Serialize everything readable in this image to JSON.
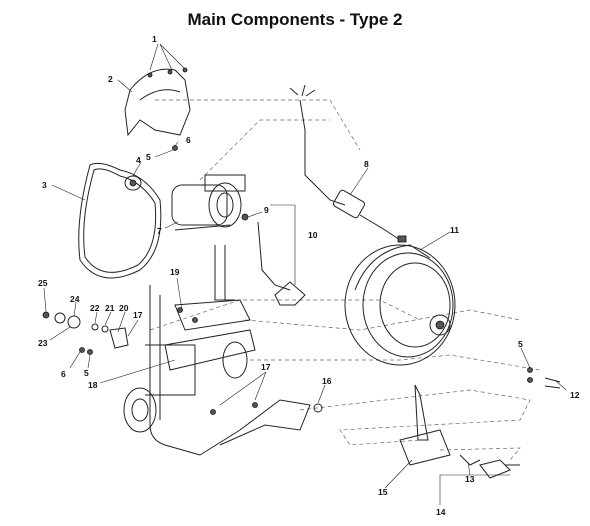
{
  "title": "Main Components - Type 2",
  "callouts": [
    "1",
    "2",
    "3",
    "4",
    "5",
    "6",
    "7",
    "8",
    "9",
    "10",
    "11",
    "12",
    "13",
    "14",
    "15",
    "16",
    "17",
    "18",
    "19",
    "20",
    "21",
    "22",
    "23",
    "24",
    "25",
    "5",
    "6",
    "5",
    "12",
    "17"
  ]
}
